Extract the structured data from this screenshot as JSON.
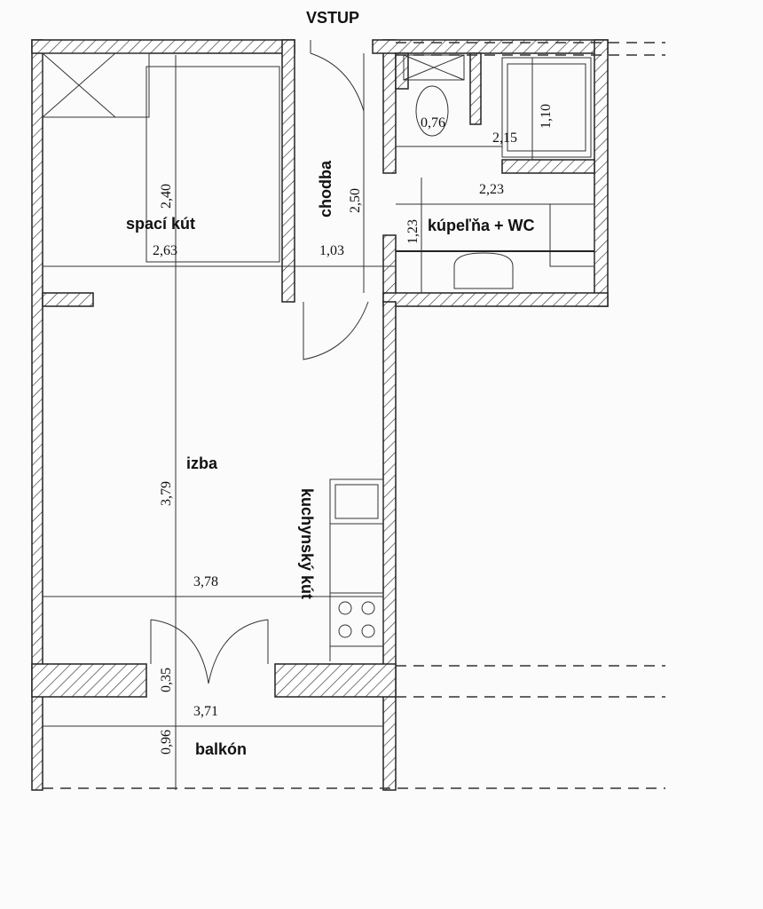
{
  "entrance_label": "VSTUP",
  "rooms": {
    "sleeping": "spací kút",
    "corridor": "chodba",
    "bathroom": "kúpeľňa + WC",
    "room": "izba",
    "kitchen": "kuchynský kút",
    "balcony": "balkón"
  },
  "dimensions": {
    "sleeping_height": "2,40",
    "sleeping_width": "2,63",
    "corridor_length": "2,50",
    "corridor_width": "1,03",
    "wc_width": "0,76",
    "shower_length": "1,10",
    "wc_total": "2,15",
    "bath_width": "2,23",
    "bath_depth": "1,23",
    "room_height": "3,79",
    "room_width": "3,78",
    "door_depth": "0,35",
    "balcony_width": "3,71",
    "balcony_depth": "0,96"
  }
}
